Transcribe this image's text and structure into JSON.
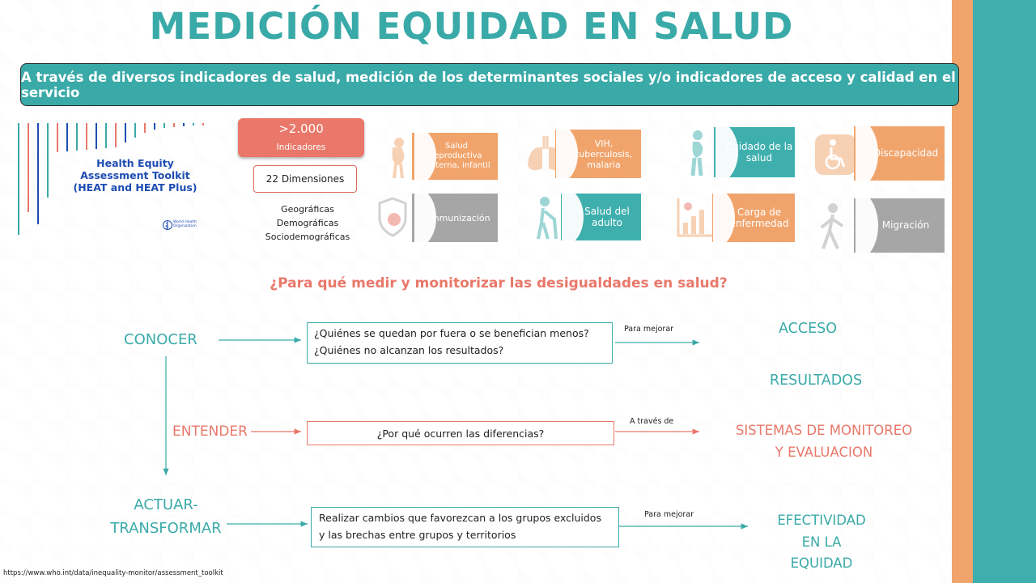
{
  "title": "MEDICIÓN EQUIDAD EN SALUD",
  "banner": "A través de diversos indicadores de salud, medición de los determinantes sociales y/o indicadores de acceso y calidad en el servicio",
  "logo": {
    "line1": "Health Equity",
    "line2": "Assessment Toolkit",
    "line3": "(HEAT and HEAT Plus)",
    "org_line1": "World Health",
    "org_line2": "Organization"
  },
  "indicators": {
    "count": ">2.000",
    "label": "Indicadores"
  },
  "dimensions": {
    "label": "22 Dimensiones"
  },
  "dimension_types": [
    "Geográficas",
    "Demográficas",
    "Sociodemográficas"
  ],
  "topics": [
    {
      "label": "Salud reproductiva materna, infantil",
      "color": "#F0A46C",
      "icon": "pregnant-woman-icon"
    },
    {
      "label": "VIH, tuberculosis, malaria",
      "color": "#F0A46C",
      "icon": "lungs-icon"
    },
    {
      "label": "Cuidado de la salud",
      "color": "#3FAFAE",
      "icon": "pregnant-woman-icon"
    },
    {
      "label": "Discapacidad",
      "color": "#F0A46C",
      "icon": "wheelchair-icon"
    },
    {
      "label": "Inmunización",
      "color": "#A6A6A6",
      "icon": "virus-shield-icon"
    },
    {
      "label": "Salud del adulto",
      "color": "#3FAFAE",
      "icon": "elderly-person-icon"
    },
    {
      "label": "Carga de enfermedad",
      "color": "#F0A46C",
      "icon": "chart-icon"
    },
    {
      "label": "Migración",
      "color": "#A6A6A6",
      "icon": "walking-person-icon"
    }
  ],
  "question": "¿Para qué medir y monitorizar las desigualdades en salud?",
  "flow": {
    "conocer": "CONOCER",
    "conocer_q1": "¿Quiénes se quedan por fuera o se benefician menos?",
    "conocer_q2": "¿Quiénes no alcanzan los resultados?",
    "note1": "Para mejorar",
    "entender": "ENTENDER",
    "entender_q": "¿Por qué ocurren las diferencias?",
    "note2": "A través de",
    "actuar1": "ACTUAR-",
    "actuar2": "TRANSFORMAR",
    "actuar_q1": "Realizar cambios que favorezcan a los grupos excluidos",
    "actuar_q2": "y las brechas entre grupos y territorios",
    "note3": "Para mejorar"
  },
  "outcomes": {
    "acceso": "ACCESO",
    "resultados": "RESULTADOS",
    "sistemas1": "SISTEMAS DE MONITOREO",
    "sistemas2": "Y EVALUACION",
    "efectividad1": "EFECTIVIDAD",
    "efectividad2": "EN LA",
    "efectividad3": "EQUIDAD"
  },
  "colors": {
    "teal": "#3AAAA8",
    "coral": "#E9786A",
    "orange": "#F0A46C",
    "gray": "#A6A6A6",
    "blue": "#1E4DB3"
  },
  "source_url": "https://www.who.int/data/inequality-monitor/assessment_toolkit"
}
